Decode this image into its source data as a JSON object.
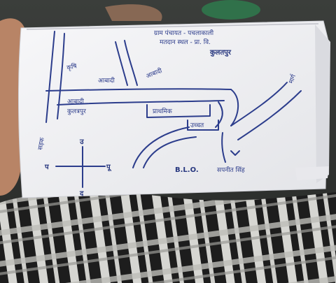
{
  "image": {
    "description_labels": {
      "blo_label": "B.L.O.",
      "blo_name": "सपनीत सिंह"
    },
    "map_labels": {
      "road_top_left": "कृषि",
      "road_mid": "आबादी",
      "road_right": "आबादी",
      "locality_1": "आबादी",
      "locality_2": "कुलत्रपुर",
      "locality_3": "प्राथमिक",
      "locality_4": "उच्चत",
      "header_line_1": "ग्राम पंचायत - पचलाकाली",
      "header_line_2": "मतदान स्थल - प्रा. वि.",
      "header_line_3": "कुलतपुर",
      "side_label_right": "मार्ग",
      "side_label_left": "सड़क",
      "compass_north": "उ",
      "compass_south": "द",
      "compass_east": "पू",
      "compass_west": "प"
    },
    "colors": {
      "ink": "#2a3a8a",
      "paper": "#f4f4f6",
      "background": "#2d302d",
      "cloth_dark": "#1c1c1c",
      "cloth_light": "#d9d9d6"
    }
  }
}
